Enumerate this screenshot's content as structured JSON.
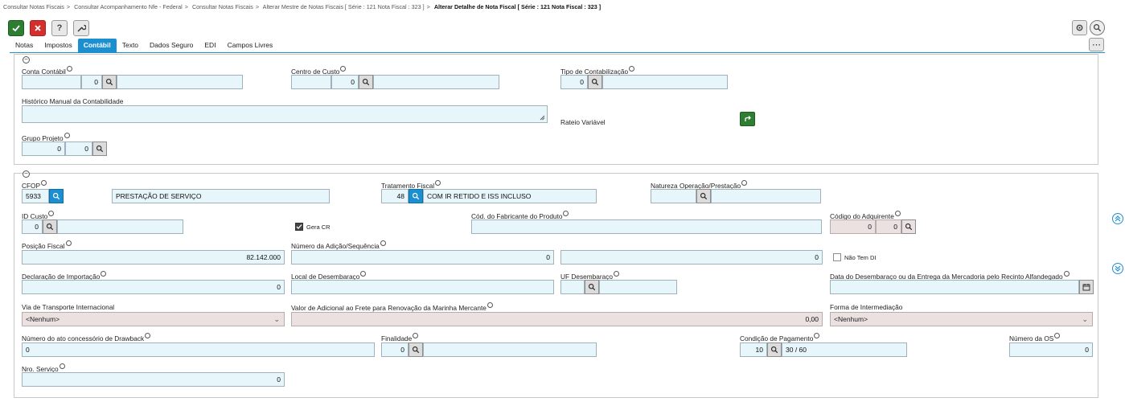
{
  "breadcrumb": [
    "Consultar Notas Fiscais",
    "Consultar Acompanhamento Nfe - Federal",
    "Consultar Notas Fiscais",
    "Alterar Mestre de Notas Fiscais [ Série : 121 Nota Fiscal : 323 ]",
    "Alterar Detalhe de Nota Fiscal [ Série : 121 Nota Fiscal : 323 ]"
  ],
  "breadcrumb_sep": ">",
  "toolbar": {
    "confirm_icon": "check-icon",
    "cancel_icon": "close-icon",
    "help_label": "?",
    "tools_icon": "wrench-icon"
  },
  "colors": {
    "accent": "#1c8fd1",
    "confirm": "#2e7d32",
    "cancel": "#d32f2f",
    "field_bg": "#e6f6fb",
    "readonly_bg": "#ebe1e1"
  },
  "tabs": [
    {
      "label": "Notas"
    },
    {
      "label": "Impostos"
    },
    {
      "label": "Contábil",
      "active": true
    },
    {
      "label": "Texto"
    },
    {
      "label": "Dados Seguro"
    },
    {
      "label": "EDI"
    },
    {
      "label": "Campos Livres"
    }
  ],
  "s1": {
    "collapse": "−",
    "conta_contabil": {
      "label": "Conta Contábil",
      "code": "",
      "num": "0",
      "desc": ""
    },
    "centro_custo": {
      "label": "Centro de Custo",
      "code": "",
      "num": "0",
      "desc": ""
    },
    "tipo_contab": {
      "label": "Tipo de Contabilização",
      "num": "0",
      "desc": ""
    },
    "historico": {
      "label": "Histórico Manual da Contabilidade",
      "value": ""
    },
    "rateio": {
      "label": "Rateio Variável"
    },
    "grupo_projeto": {
      "label": "Grupo Projeto",
      "v1": "0",
      "v2": "0"
    }
  },
  "s2": {
    "collapse": "−",
    "cfop": {
      "label": "CFOP",
      "code": "5933",
      "desc": "PRESTAÇÃO DE SERVIÇO"
    },
    "trat_fiscal": {
      "label": "Tratamento Fiscal",
      "code": "48",
      "desc": "COM IR RETIDO E ISS INCLUSO"
    },
    "natureza": {
      "label": "Natureza Operação/Prestação",
      "code": "",
      "desc": ""
    },
    "id_custo": {
      "label": "ID Custo",
      "num": "0",
      "desc": ""
    },
    "gera_cr": {
      "label": "Gera CR",
      "checked": true
    },
    "cod_fabricante": {
      "label": "Cód. do Fabricante do Produto",
      "value": ""
    },
    "cod_adquirente": {
      "label": "Código do Adquirente",
      "v1": "0",
      "v2": "0"
    },
    "posicao_fiscal": {
      "label": "Posição Fiscal",
      "value": "82.142.000"
    },
    "num_adicao": {
      "label": "Número da Adição/Sequência",
      "v1": "0",
      "v2": "0"
    },
    "nao_tem_di": {
      "label": "Não Tem DI",
      "checked": false
    },
    "decl_importacao": {
      "label": "Declaração de Importação",
      "value": "0"
    },
    "local_desembaraco": {
      "label": "Local de Desembaraço",
      "value": ""
    },
    "uf_desembaraco": {
      "label": "UF Desembaraço",
      "code": "",
      "desc": ""
    },
    "data_desembaraco": {
      "label": "Data do Desembaraço ou da Entrega da Mercadoria pelo Recinto Alfandegado",
      "value": ""
    },
    "via_transporte": {
      "label": "Via de Transporte Internacional",
      "value": "<Nenhum>"
    },
    "valor_adicional": {
      "label": "Valor de Adicional ao Frete para Renovação da Marinha Mercante",
      "value": "0,00"
    },
    "forma_intermediacao": {
      "label": "Forma de Intermediação",
      "value": "<Nenhum>"
    },
    "num_drawback": {
      "label": "Número do ato concessório de Drawback",
      "value": "0"
    },
    "finalidade": {
      "label": "Finalidade",
      "num": "0",
      "desc": ""
    },
    "cond_pagamento": {
      "label": "Condição de Pagamento",
      "code": "10",
      "desc": "30 / 60"
    },
    "num_os": {
      "label": "Número da OS",
      "value": "0"
    },
    "nro_servico": {
      "label": "Nro. Serviço",
      "value": "0"
    }
  }
}
